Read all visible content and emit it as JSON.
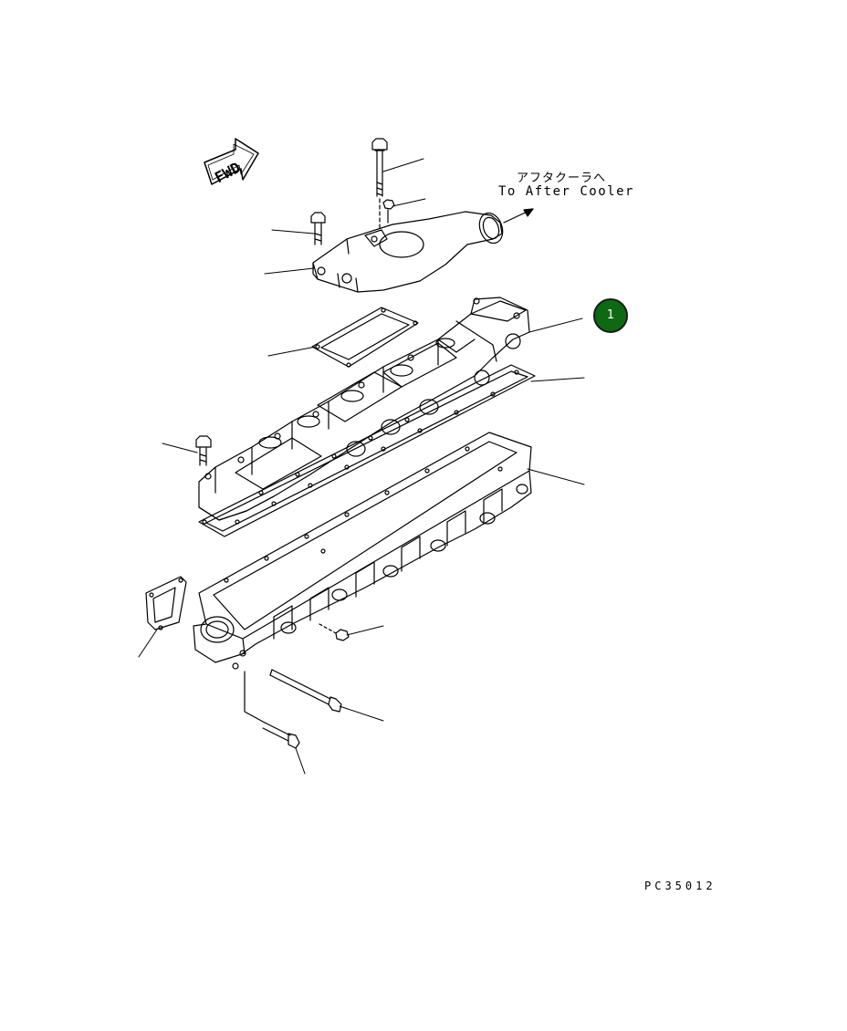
{
  "fwd_label": "FWD",
  "direction": {
    "japanese": "アフタクーラへ",
    "english": "To After Cooler"
  },
  "callout": {
    "number": "1",
    "color": "#0d6a12"
  },
  "drawing_code": "PC35012"
}
